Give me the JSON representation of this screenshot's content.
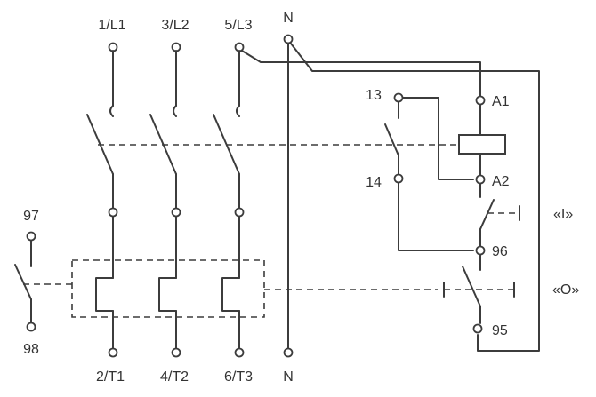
{
  "diagram": {
    "line_color": "#3c3c3c",
    "background": "#ffffff",
    "labels": {
      "l1_top": "1/L1",
      "l2_top": "3/L2",
      "l3_top": "5/L3",
      "n_top": "N",
      "t1_bottom": "2/T1",
      "t2_bottom": "4/T2",
      "t3_bottom": "6/T3",
      "n_bottom": "N",
      "aux_97": "97",
      "aux_98": "98",
      "aux_13": "13",
      "aux_14": "14",
      "coil_a1": "A1",
      "coil_a2": "A2",
      "contact_96": "96",
      "contact_95": "95",
      "button_on": "«I»",
      "button_off": "«O»"
    }
  }
}
